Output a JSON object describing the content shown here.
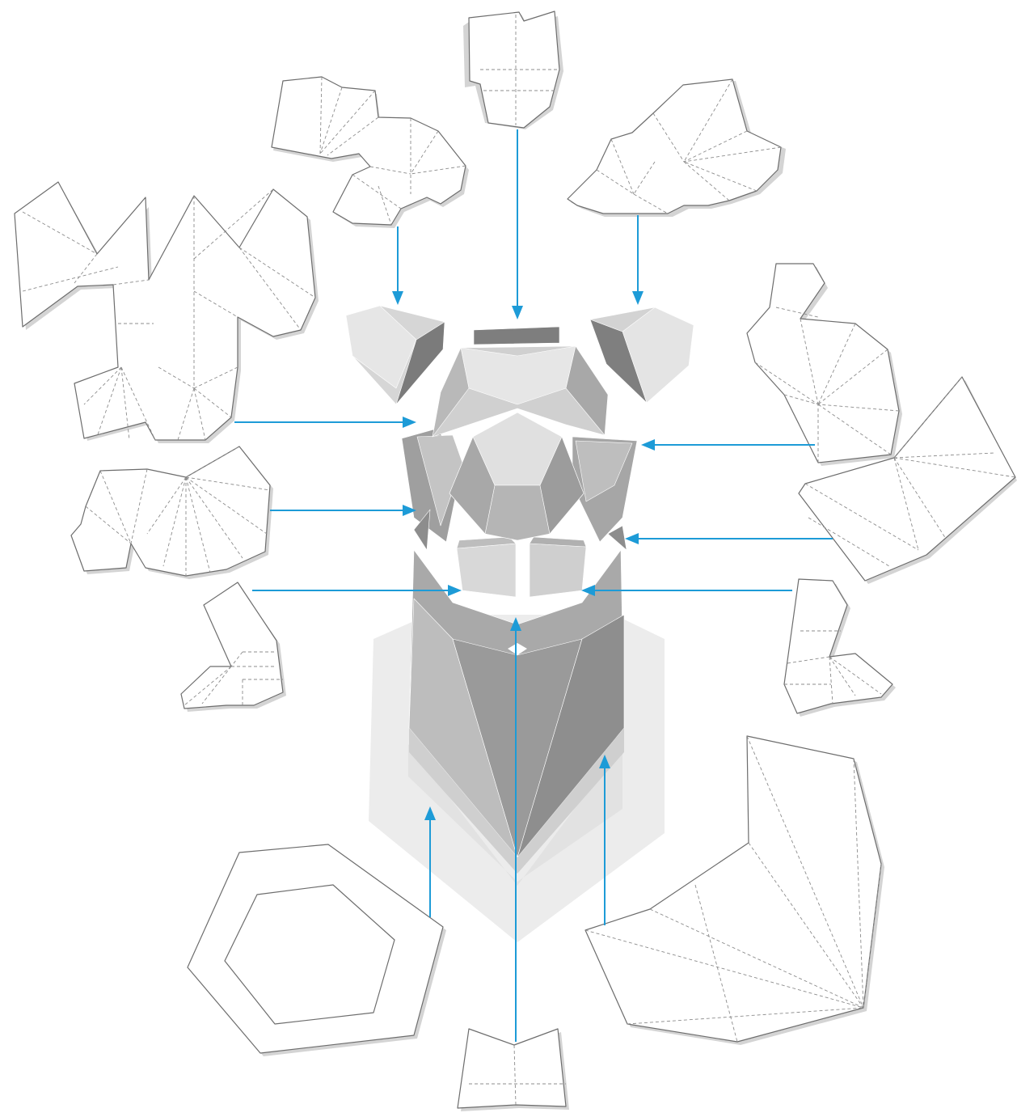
{
  "diagram": {
    "subject": "papercraft-head-assembly",
    "colors": {
      "arrow": "#1d9bd7",
      "net_outline": "#6d6d6d",
      "fold_line": "#8c8c8c",
      "paper_shadow": "#d4d4d4",
      "model_light": "#e4e4e4",
      "model_mid": "#b8b8b8",
      "model_dark": "#8a8a8a",
      "mount_plaque": "#ececec"
    },
    "icons": [
      "blue-arrow",
      "dashed-fold-line",
      "cut-outline"
    ],
    "template_pieces": [
      "top-head-piece",
      "left-ear-piece",
      "right-ear-piece",
      "left-cheek-upper-piece",
      "left-cheek-lower-piece",
      "left-mouth-piece",
      "right-cheek-upper-piece",
      "right-cheek-lower-piece",
      "right-mouth-piece",
      "mount-ring-piece",
      "beard-piece",
      "chin-piece"
    ]
  }
}
